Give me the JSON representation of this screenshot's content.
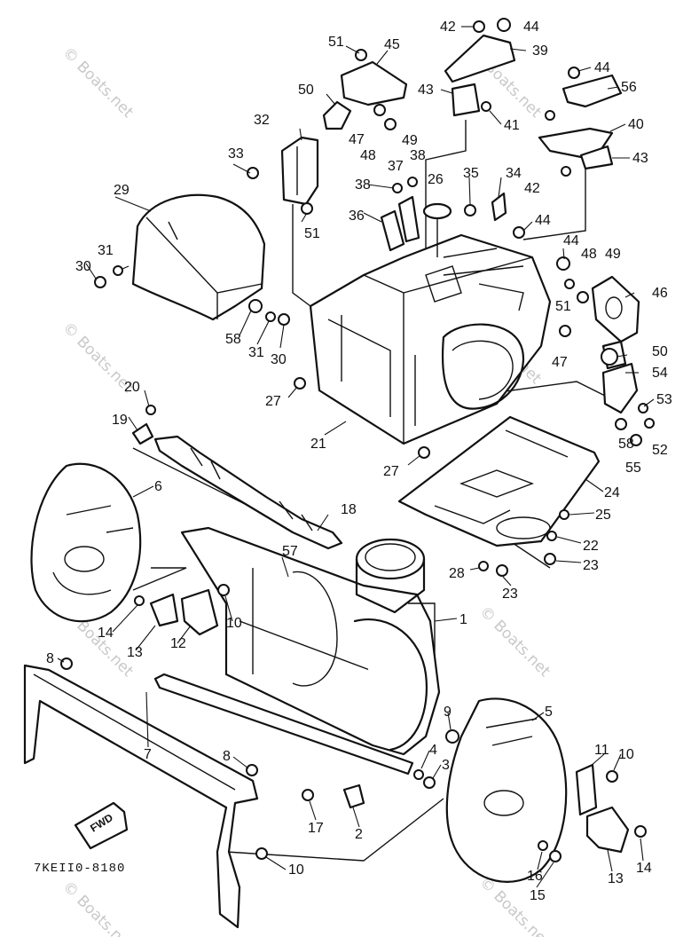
{
  "diagram": {
    "drawing_code": "7KEII0-8180",
    "direction_marker": "FWD",
    "watermark": "© Boats.net",
    "part_callouts": [
      "1",
      "2",
      "3",
      "4",
      "5",
      "6",
      "7",
      "8",
      "9",
      "10",
      "11",
      "12",
      "13",
      "14",
      "15",
      "16",
      "17",
      "18",
      "19",
      "20",
      "21",
      "22",
      "23",
      "24",
      "25",
      "26",
      "27",
      "28",
      "29",
      "30",
      "31",
      "32",
      "33",
      "34",
      "35",
      "36",
      "37",
      "38",
      "39",
      "40",
      "41",
      "42",
      "43",
      "44",
      "45",
      "46",
      "47",
      "48",
      "49",
      "50",
      "51",
      "52",
      "53",
      "54",
      "55",
      "56",
      "57",
      "58"
    ]
  },
  "labels": {
    "l1": "1",
    "l2": "2",
    "l3": "3",
    "l4": "4",
    "l5": "5",
    "l6": "6",
    "l7": "7",
    "l8a": "8",
    "l8b": "8",
    "l9": "9",
    "l10a": "10",
    "l10b": "10",
    "l10c": "10",
    "l11": "11",
    "l12": "12",
    "l13a": "13",
    "l13b": "13",
    "l14a": "14",
    "l14b": "14",
    "l15": "15",
    "l16": "16",
    "l17": "17",
    "l18": "18",
    "l19": "19",
    "l20": "20",
    "l21": "21",
    "l22": "22",
    "l23a": "23",
    "l23b": "23",
    "l24": "24",
    "l25": "25",
    "l26": "26",
    "l27a": "27",
    "l27b": "27",
    "l28": "28",
    "l29": "29",
    "l30a": "30",
    "l30b": "30",
    "l31a": "31",
    "l31b": "31",
    "l32": "32",
    "l33": "33",
    "l34": "34",
    "l35": "35",
    "l36": "36",
    "l37": "37",
    "l38a": "38",
    "l38b": "38",
    "l39": "39",
    "l40": "40",
    "l41": "41",
    "l42a": "42",
    "l42b": "42",
    "l43a": "43",
    "l43b": "43",
    "l44a": "44",
    "l44b": "44",
    "l44c": "44",
    "l44d": "44",
    "l45": "45",
    "l46": "46",
    "l47a": "47",
    "l47b": "47",
    "l48a": "48",
    "l48b": "48",
    "l49a": "49",
    "l49b": "49",
    "l50a": "50",
    "l50b": "50",
    "l51a": "51",
    "l51b": "51",
    "l51c": "51",
    "l52": "52",
    "l53": "53",
    "l54": "54",
    "l55": "55",
    "l56": "56",
    "l57": "57",
    "l58a": "58",
    "l58b": "58"
  }
}
